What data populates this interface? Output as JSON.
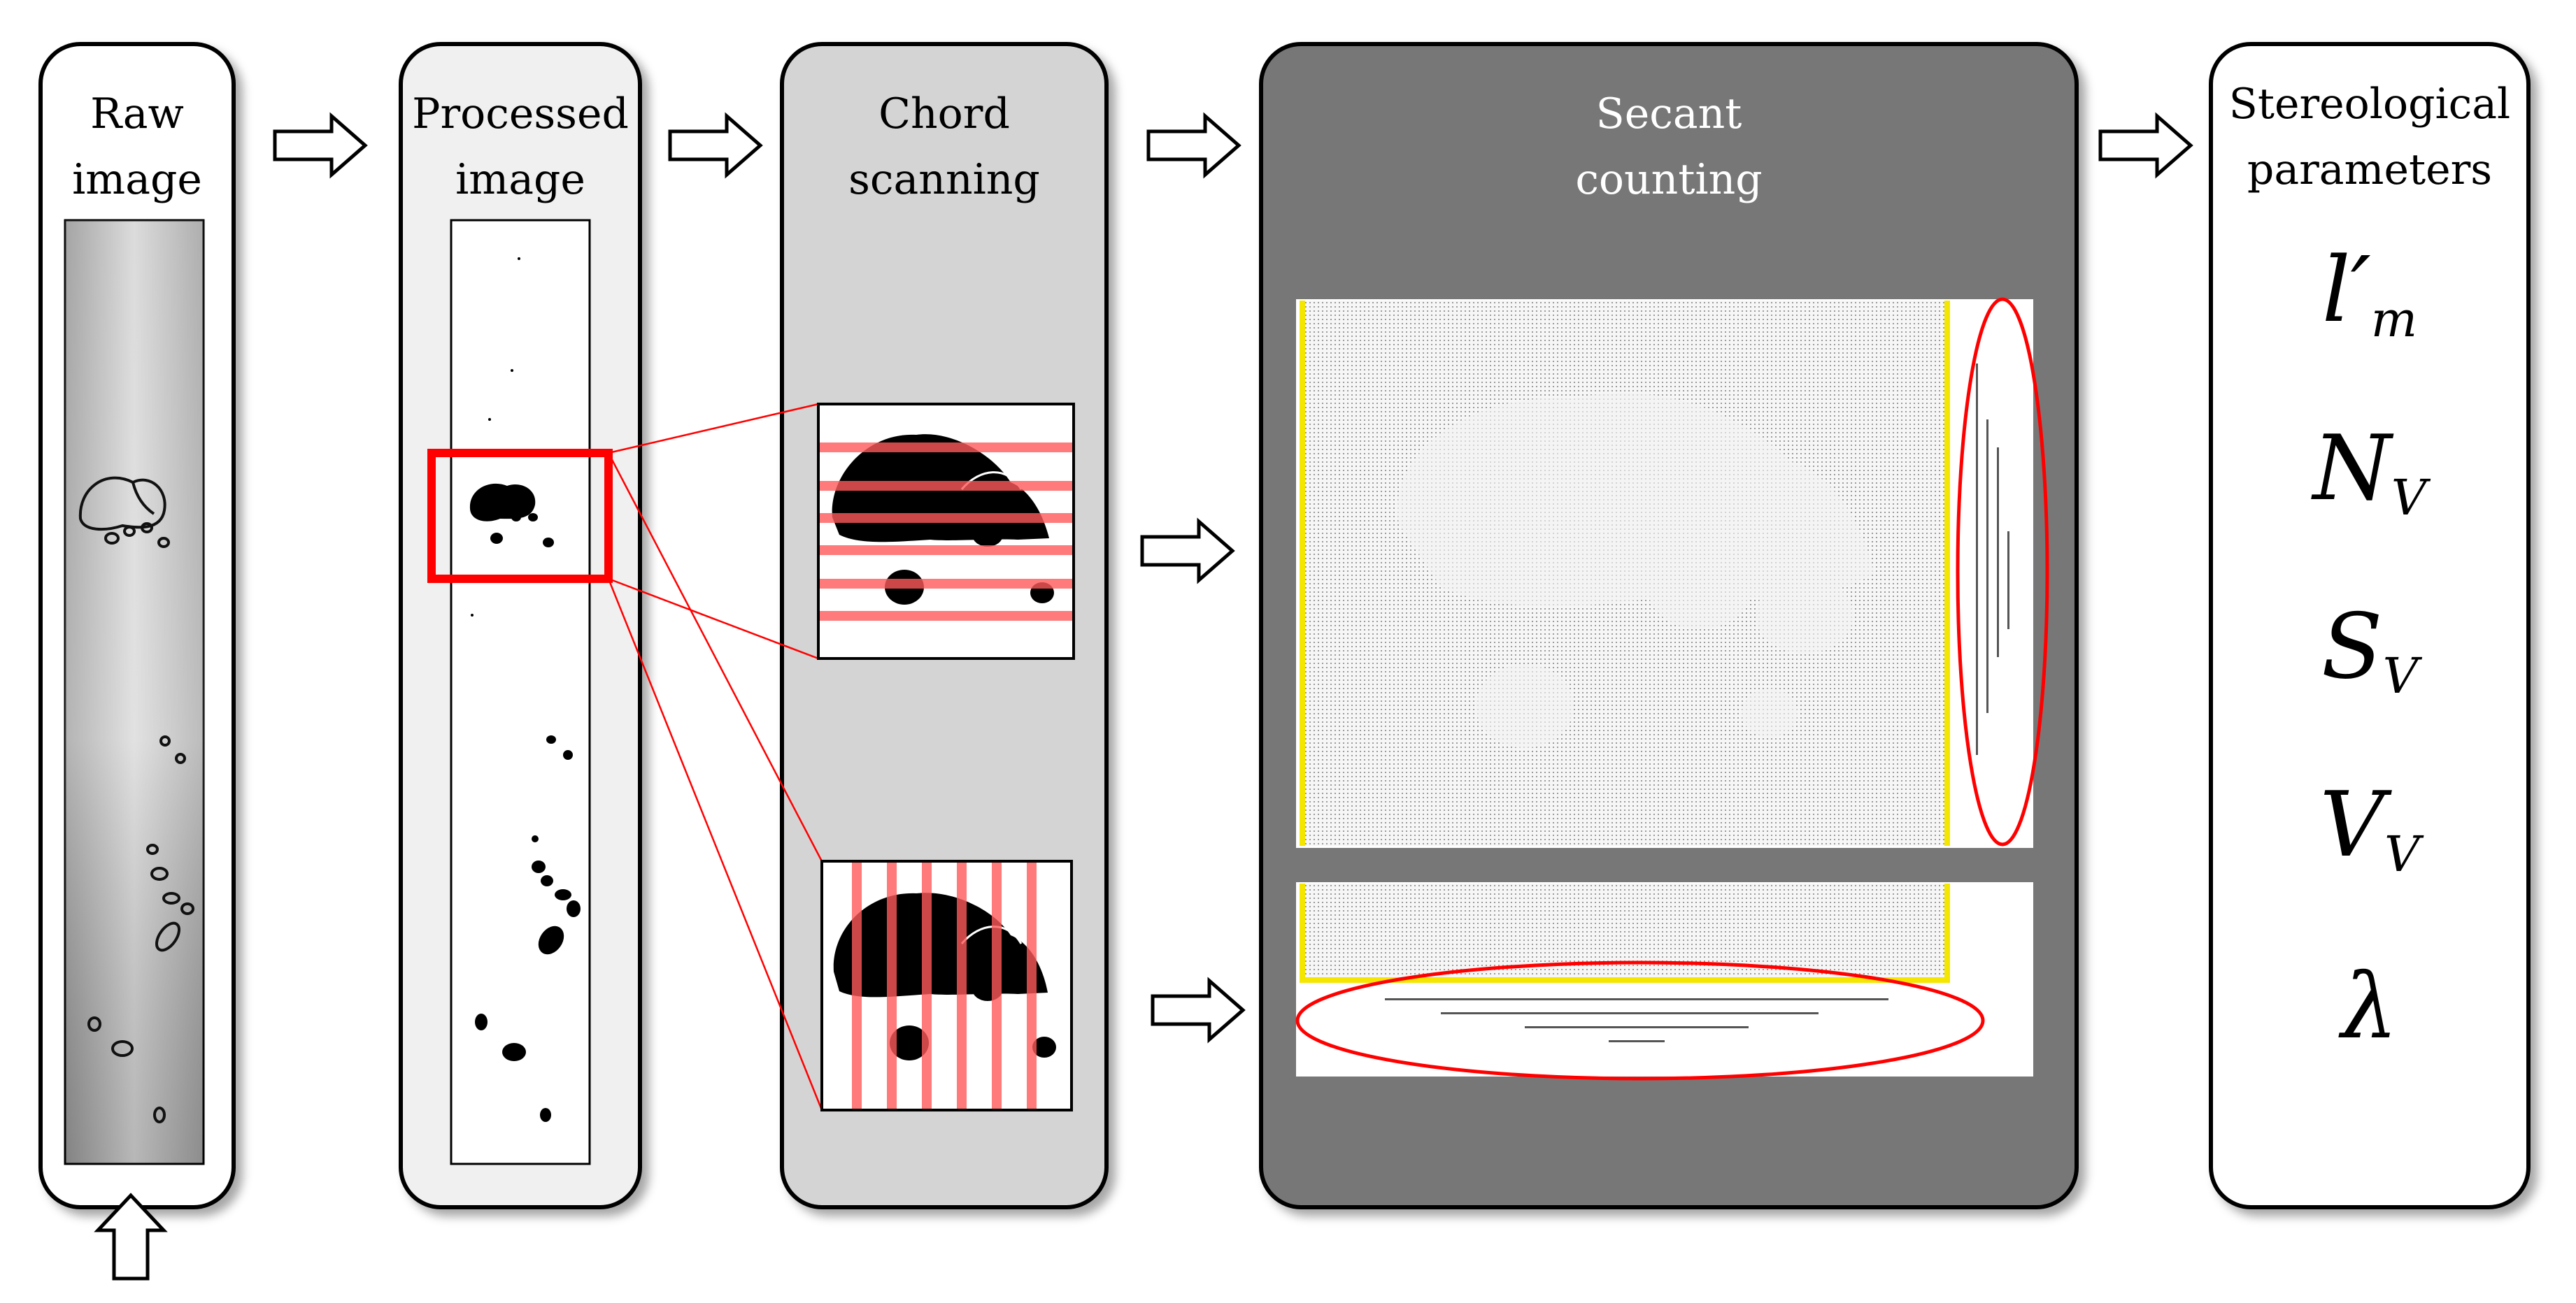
{
  "panels": {
    "raw": {
      "title_line1": "Raw",
      "title_line2": "image",
      "bg": "#ffffff"
    },
    "processed": {
      "title_line1": "Processed",
      "title_line2": "image",
      "bg": "#f0f0f0"
    },
    "chord": {
      "title_line1": "Chord",
      "title_line2": "scanning",
      "bg": "#d4d4d4"
    },
    "secant": {
      "title_line1": "Secant",
      "title_line2": "counting",
      "bg": "#777777"
    },
    "stereo": {
      "title_line1": "Stereological",
      "title_line2": "parameters",
      "bg": "#ffffff"
    }
  },
  "parameters": [
    {
      "base": "l′",
      "sub": "m"
    },
    {
      "base": "N",
      "sub": "V"
    },
    {
      "base": "S",
      "sub": "V"
    },
    {
      "base": "V",
      "sub": "V"
    },
    {
      "base": "λ",
      "sub": ""
    }
  ],
  "colors": {
    "highlight": "#ff0000",
    "scanline": "#ff6a6a",
    "boundary": "#f4e600",
    "outline": "#000000"
  }
}
